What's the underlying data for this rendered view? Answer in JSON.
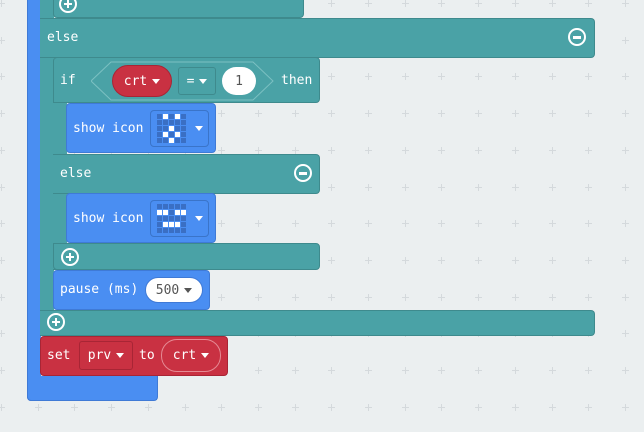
{
  "colors": {
    "background": "#ebeff0",
    "logic": "#4aa2a6",
    "basic": "#4a8ef2",
    "variables": "#c93142"
  },
  "outer_else": {
    "label": "else",
    "collapse_icon": "minus-circle-icon"
  },
  "inner_if": {
    "if_label": "if",
    "condition": {
      "left_var": "crt",
      "operator": "=",
      "right_value": "1"
    },
    "then_label": "then",
    "then_block": {
      "label": "show icon",
      "icon_pattern": [
        [
          0,
          1,
          0,
          1,
          0
        ],
        [
          0,
          0,
          0,
          0,
          0
        ],
        [
          0,
          0,
          1,
          0,
          0
        ],
        [
          0,
          1,
          0,
          1,
          0
        ],
        [
          0,
          0,
          1,
          0,
          0
        ]
      ]
    },
    "else_label": "else",
    "else_block": {
      "label": "show icon",
      "icon_pattern": [
        [
          0,
          0,
          0,
          0,
          0
        ],
        [
          1,
          1,
          0,
          1,
          1
        ],
        [
          0,
          0,
          0,
          0,
          0
        ],
        [
          0,
          1,
          1,
          1,
          0
        ],
        [
          0,
          0,
          0,
          0,
          0
        ]
      ]
    }
  },
  "pause": {
    "label": "pause (ms)",
    "value": "500"
  },
  "set_block": {
    "set_label": "set",
    "variable": "prv",
    "to_label": "to",
    "value_var": "crt"
  }
}
